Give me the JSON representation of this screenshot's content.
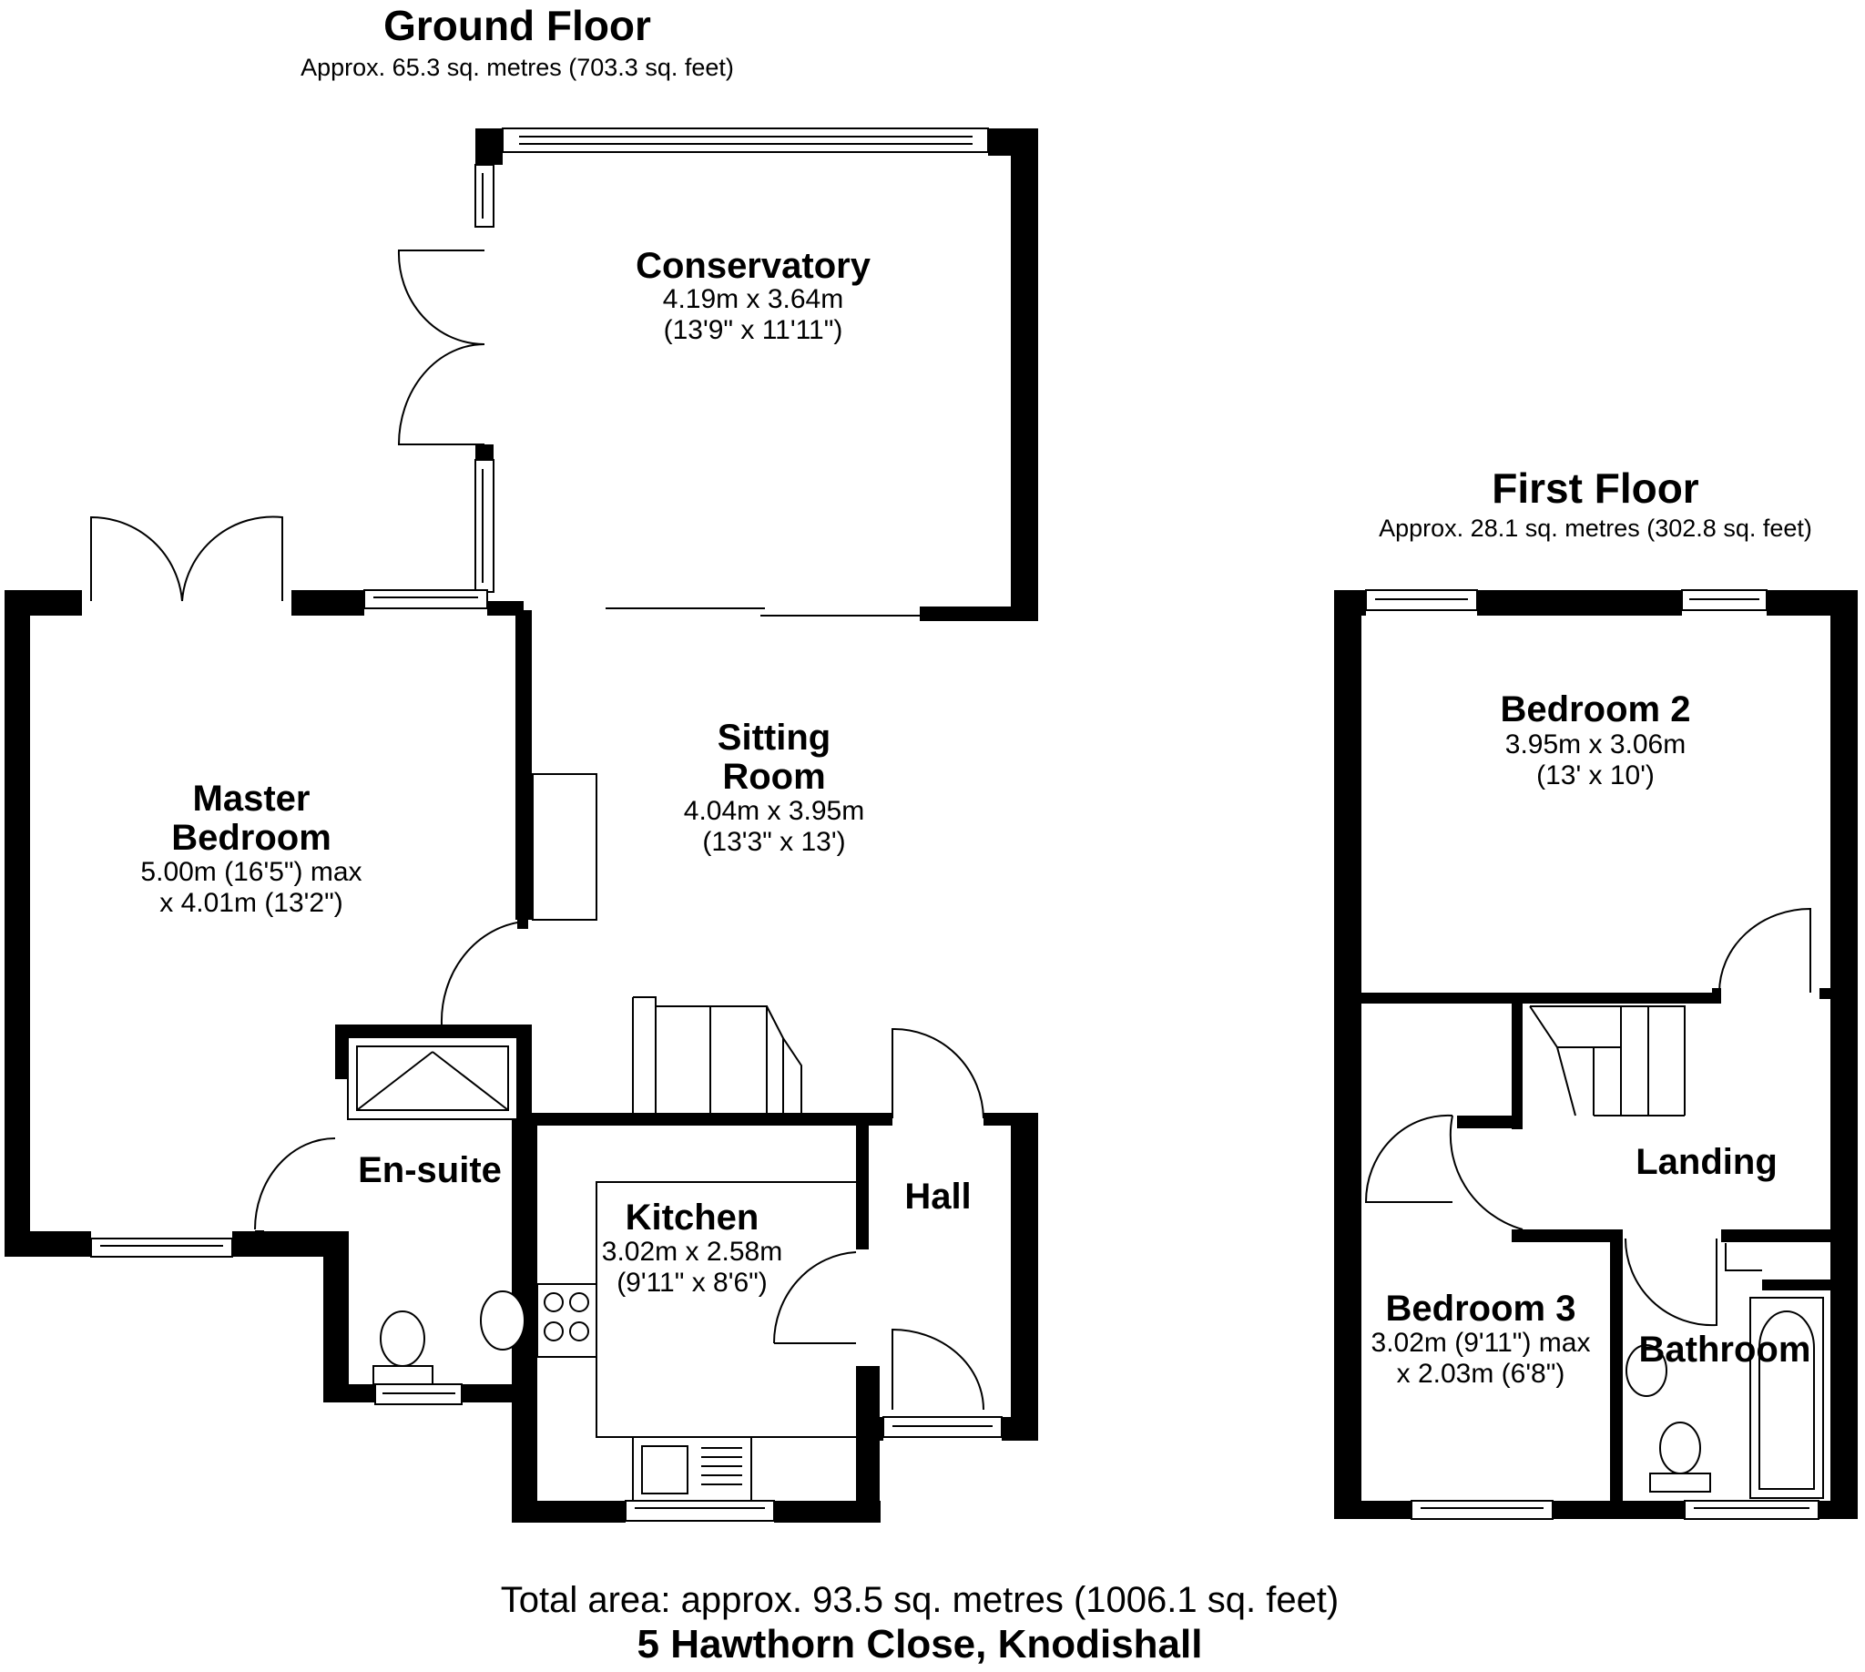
{
  "ground_floor": {
    "title": "Ground Floor",
    "area": "Approx. 65.3 sq. metres (703.3 sq. feet)",
    "rooms": [
      {
        "id": "conservatory",
        "lines": [
          "Conservatory"
        ],
        "dims": [
          "4.19m x 3.64m",
          "(13'9\" x 11'11\")"
        ]
      },
      {
        "id": "sitting-room",
        "lines": [
          "Sitting",
          "Room"
        ],
        "dims": [
          "4.04m x 3.95m",
          "(13'3\" x 13')"
        ]
      },
      {
        "id": "master-bedroom",
        "lines": [
          "Master",
          "Bedroom"
        ],
        "dims": [
          "5.00m (16'5\") max",
          "x 4.01m (13'2\")"
        ]
      },
      {
        "id": "en-suite",
        "lines": [
          "En-suite"
        ],
        "dims": []
      },
      {
        "id": "kitchen",
        "lines": [
          "Kitchen"
        ],
        "dims": [
          "3.02m x 2.58m",
          "(9'11\" x 8'6\")"
        ]
      },
      {
        "id": "hall",
        "lines": [
          "Hall"
        ],
        "dims": []
      }
    ]
  },
  "first_floor": {
    "title": "First Floor",
    "area": "Approx. 28.1 sq. metres (302.8 sq. feet)",
    "rooms": [
      {
        "id": "bedroom-2",
        "lines": [
          "Bedroom 2"
        ],
        "dims": [
          "3.95m x 3.06m",
          "(13' x 10')"
        ]
      },
      {
        "id": "landing",
        "lines": [
          "Landing"
        ],
        "dims": []
      },
      {
        "id": "bedroom-3",
        "lines": [
          "Bedroom 3"
        ],
        "dims": [
          "3.02m (9'11\") max",
          "x 2.03m (6'8\")"
        ]
      },
      {
        "id": "bathroom",
        "lines": [
          "Bathroom"
        ],
        "dims": []
      }
    ]
  },
  "footer": {
    "total_area": "Total area: approx. 93.5 sq. metres (1006.1 sq. feet)",
    "address": "5 Hawthorn Close, Knodishall"
  }
}
